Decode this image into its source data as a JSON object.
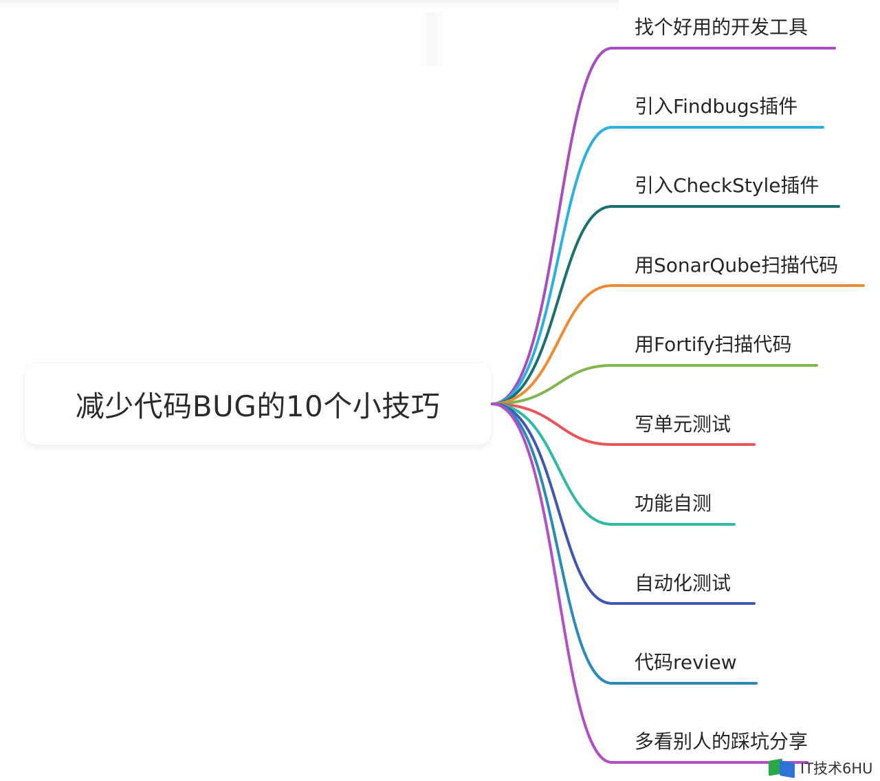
{
  "root": {
    "title": "减少代码BUG的10个小技巧"
  },
  "branches": [
    {
      "label": "找个好用的开发工具",
      "color": "#a94bc1"
    },
    {
      "label": "引入Findbugs插件",
      "color": "#2ab1e3"
    },
    {
      "label": "引入CheckStyle插件",
      "color": "#1a7070"
    },
    {
      "label": "用SonarQube扫描代码",
      "color": "#f08a33"
    },
    {
      "label": "用Fortify扫描代码",
      "color": "#80b550"
    },
    {
      "label": "写单元测试",
      "color": "#e8555a"
    },
    {
      "label": "功能自测",
      "color": "#2fbaa3"
    },
    {
      "label": "自动化测试",
      "color": "#4056b3"
    },
    {
      "label": "代码review",
      "color": "#2a8ab8"
    },
    {
      "label": "多看别人的踩坑分享",
      "color": "#b24fc6"
    }
  ],
  "watermark": {
    "text": "IT技术6HU",
    "icon": "book-logo-icon"
  }
}
